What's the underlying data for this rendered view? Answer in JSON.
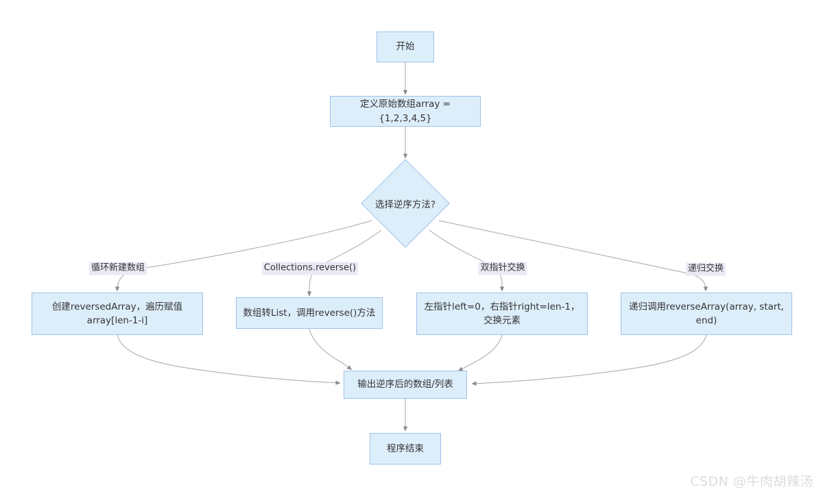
{
  "watermark": "CSDN @牛肉胡辣汤",
  "flowchart": {
    "type": "flowchart",
    "direction": "top-down",
    "nodes": [
      {
        "id": "start",
        "shape": "rect",
        "label": "开始"
      },
      {
        "id": "init",
        "shape": "rect",
        "label": "定义原始数组array = {1,2,3,4,5}"
      },
      {
        "id": "choose",
        "shape": "diamond",
        "label": "选择逆序方法?"
      },
      {
        "id": "loop",
        "shape": "rect",
        "label": "创建reversedArray，遍历赋值 array[len-1-i]"
      },
      {
        "id": "collections",
        "shape": "rect",
        "label": "数组转List，调用reverse()方法"
      },
      {
        "id": "twopointer",
        "shape": "rect",
        "label": "左指针left=0，右指针right=len-1，交换元素"
      },
      {
        "id": "recursion",
        "shape": "rect",
        "label": "递归调用reverseArray(array, start, end)"
      },
      {
        "id": "output",
        "shape": "rect",
        "label": "输出逆序后的数组/列表"
      },
      {
        "id": "end",
        "shape": "rect",
        "label": "程序结束"
      }
    ],
    "edges": [
      {
        "from": "start",
        "to": "init",
        "label": ""
      },
      {
        "from": "init",
        "to": "choose",
        "label": ""
      },
      {
        "from": "choose",
        "to": "loop",
        "label": "循环新建数组"
      },
      {
        "from": "choose",
        "to": "collections",
        "label": "Collections.reverse()"
      },
      {
        "from": "choose",
        "to": "twopointer",
        "label": "双指针交换"
      },
      {
        "from": "choose",
        "to": "recursion",
        "label": "递归交换"
      },
      {
        "from": "loop",
        "to": "output",
        "label": ""
      },
      {
        "from": "collections",
        "to": "output",
        "label": ""
      },
      {
        "from": "twopointer",
        "to": "output",
        "label": ""
      },
      {
        "from": "recursion",
        "to": "output",
        "label": ""
      },
      {
        "from": "output",
        "to": "end",
        "label": ""
      }
    ],
    "colors": {
      "node_fill": "#ddeefb",
      "node_border": "#9cc2e8",
      "edge_line": "#a6a6a6",
      "arrowhead": "#8a8a8a",
      "edge_label_bg": "#ece8f6",
      "text": "#333333",
      "watermark": "#dcdcdc"
    }
  }
}
